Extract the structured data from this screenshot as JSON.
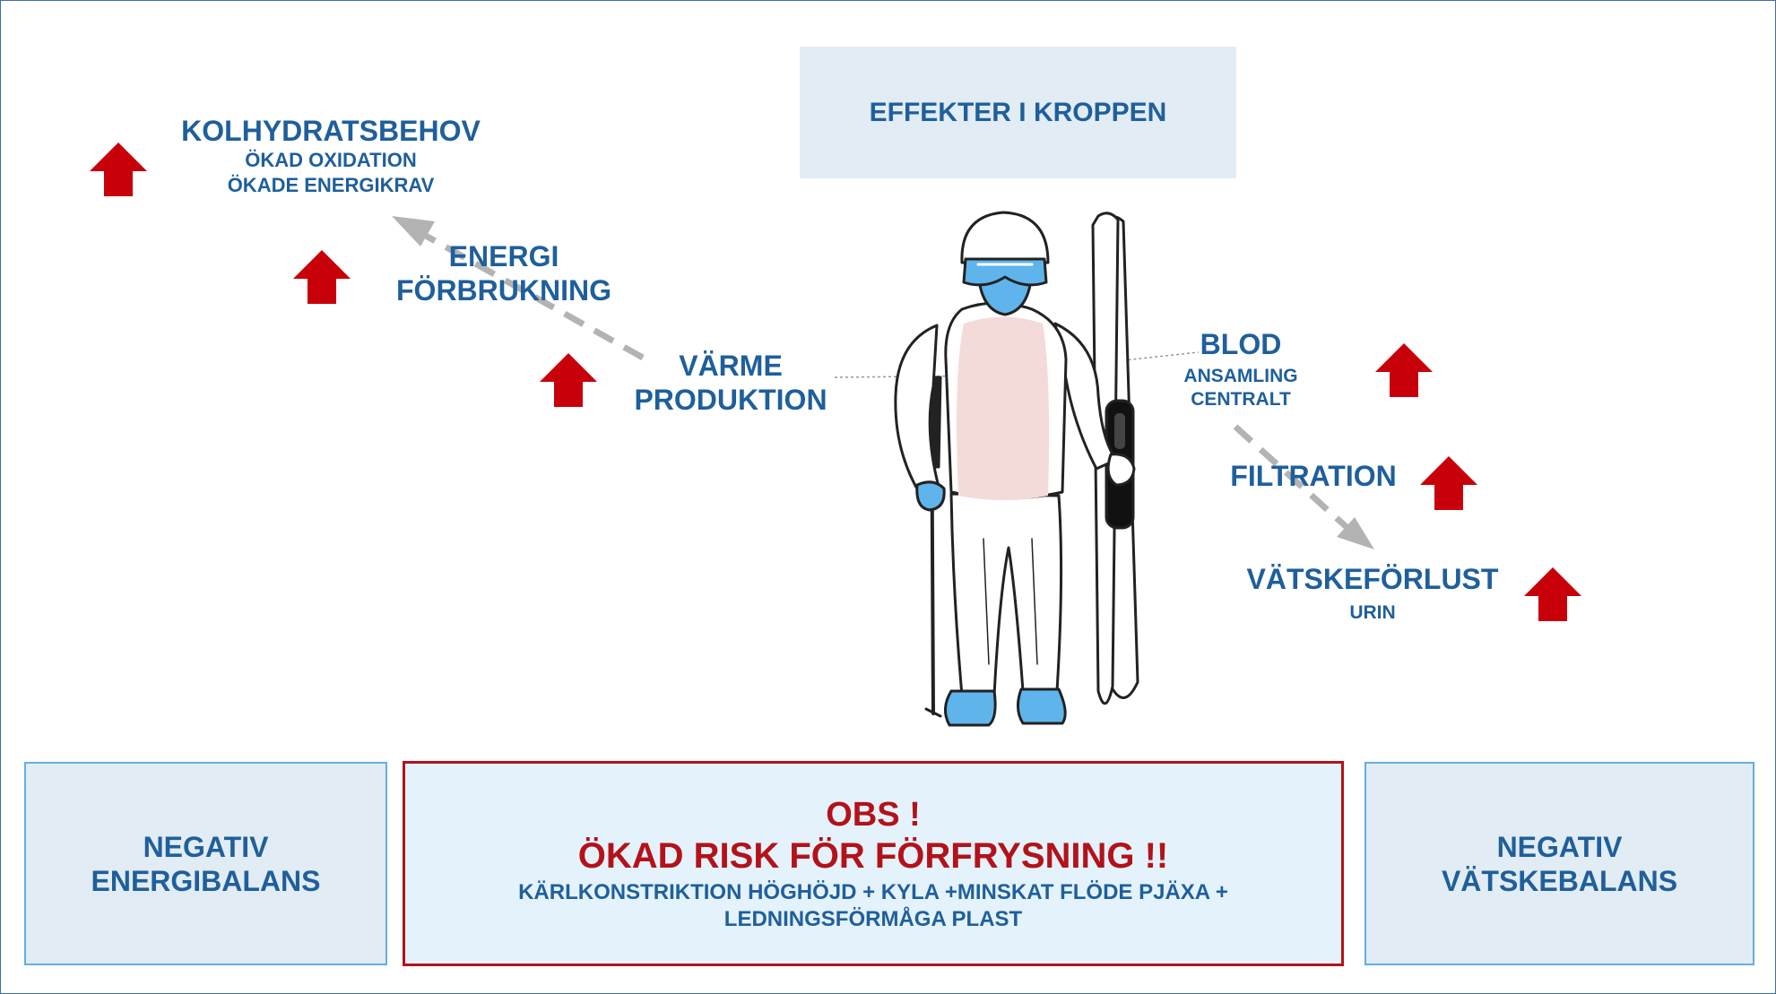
{
  "title": "EFFEKTER I KROPPEN",
  "left": {
    "kolhydrat_title": "KOLHYDRATSBEHOV",
    "kolhydrat_line1": "ÖKAD OXIDATION",
    "kolhydrat_line2": "ÖKADE ENERGIKRAV",
    "energi_line1": "ENERGI",
    "energi_line2": "FÖRBRUKNING",
    "varme_line1": "VÄRME",
    "varme_line2": "PRODUKTION"
  },
  "right": {
    "blod_title": "BLOD",
    "blod_line1": "ANSAMLING",
    "blod_line2": "CENTRALT",
    "filtration": "FILTRATION",
    "vatske_title": "VÄTSKEFÖRLUST",
    "vatske_sub": "URIN"
  },
  "bottom": {
    "left_line1": "NEGATIV",
    "left_line2": "ENERGIBALANS",
    "center_line1": "OBS !",
    "center_line2": "ÖKAD RISK FÖR FÖRFRYSNING !!",
    "center_line3": "KÄRLKONSTRIKTION HÖGHÖJD + KYLA   +MINSKAT FLÖDE PJÄXA  +",
    "center_line4": "LEDNINGSFÖRMÅGA PLAST",
    "right_line1": "NEGATIV",
    "right_line2": "VÄTSKEBALANS"
  },
  "colors": {
    "text_blue": "#1f5f9b",
    "alert_red": "#b3121a",
    "arrow_red": "#c8000a",
    "box_fill": "#e2ecf4",
    "box_border": "#66aee0",
    "alert_fill": "#e4f2fb",
    "dashed_arrow": "#b3b3b3",
    "skin_blue": "#5fb4ec",
    "torso_pink": "#f5dada"
  },
  "icons": {
    "increase_arrow": "up-arrow-icon",
    "flow_arrow": "dashed-arrow-icon",
    "skier": "skier-illustration"
  }
}
